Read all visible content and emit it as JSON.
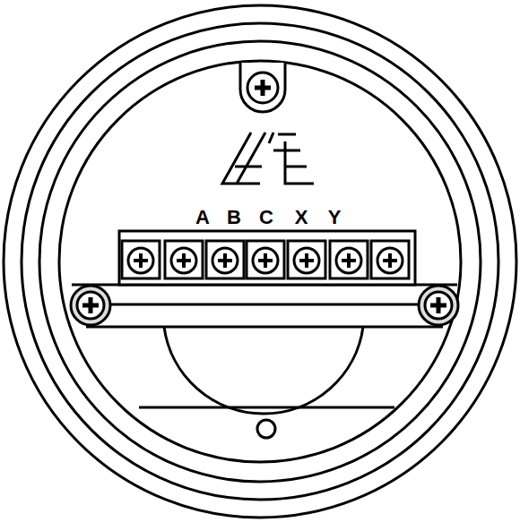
{
  "diagram": {
    "labels": [
      "A",
      "B",
      "C",
      "X",
      "Y"
    ]
  }
}
